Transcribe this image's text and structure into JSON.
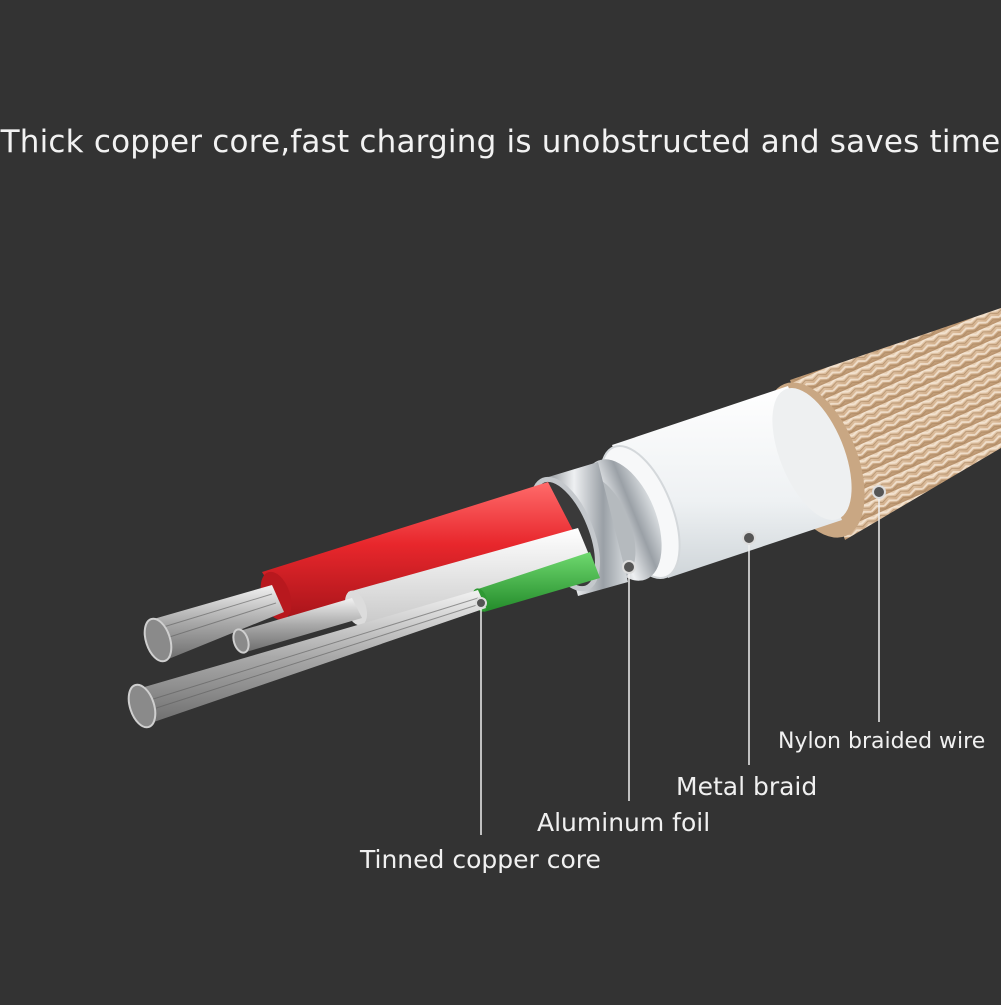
{
  "headline": "Thick copper core,fast charging is unobstructed and saves time",
  "callouts": {
    "nylon": "Nylon braided wire",
    "metal": "Metal braid",
    "aluminum": "Aluminum foil",
    "tinned": "Tinned copper core"
  },
  "colors": {
    "background": "#333333",
    "nylon_braid": "#d8b898",
    "jacket": "#f4f6f7",
    "red_wire": "#e8272c",
    "white_wire": "#f2f2f2",
    "green_wire": "#3fb544"
  }
}
